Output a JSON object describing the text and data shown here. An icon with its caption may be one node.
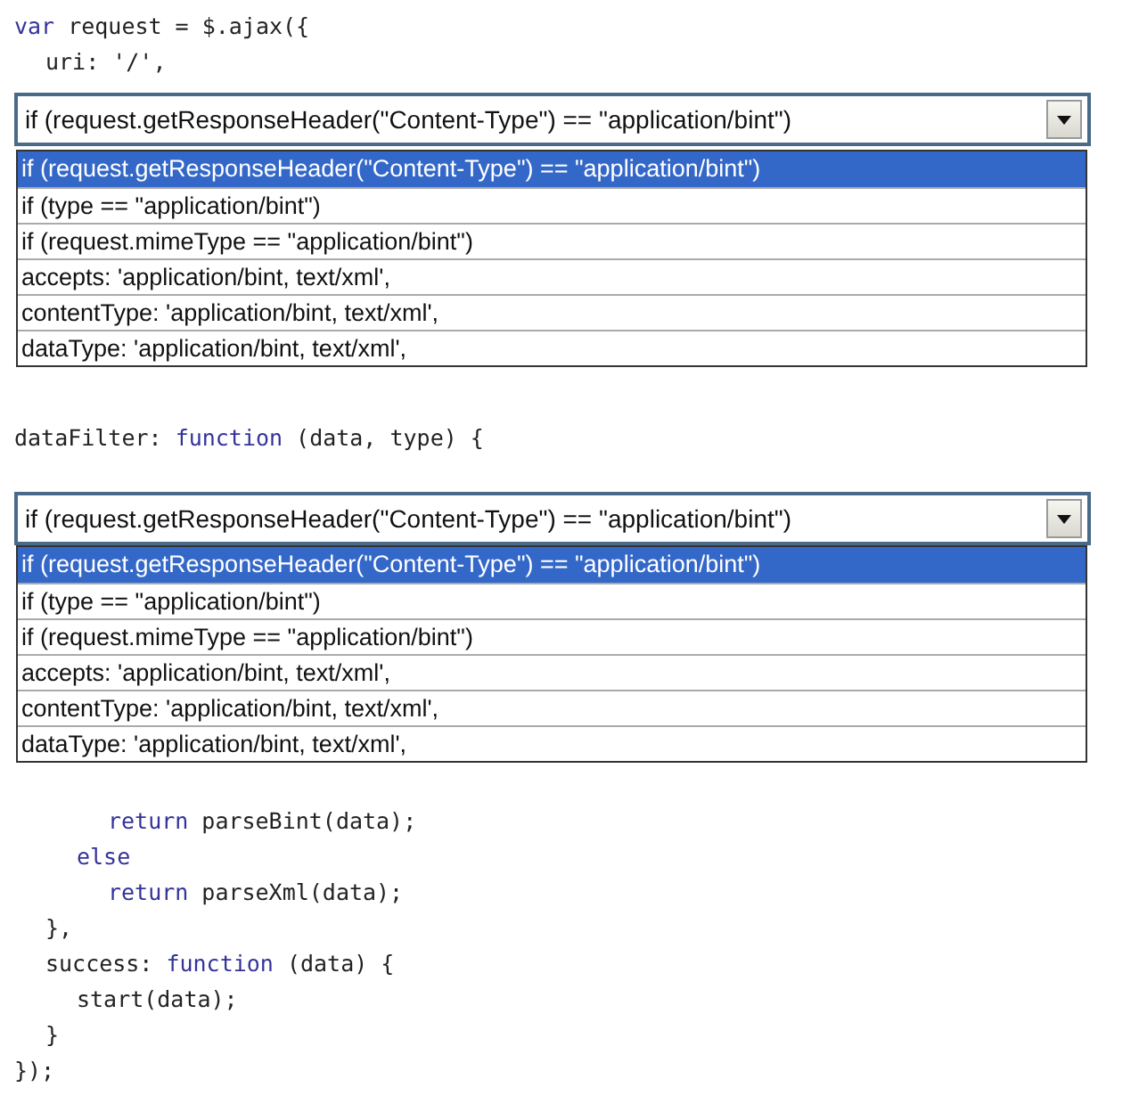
{
  "diagram": {
    "nodes": [
      {
        "text": [
          "if (request.getResponseHeader(\"Content-Type\") == \"application/bint\")"
        ]
      },
      {
        "text": [
          "if (request.getResponseHeader(\"Content-Type\") == \"application/bint\")",
          "if (type == \"application/bint\")",
          "if (request.mimeType == \"application/bint\")",
          "accepts: 'application/bint, text/xml',",
          "contentType: 'application/bint, text/xml',",
          "dataType: 'application/bint, text/xml',"
        ]
      },
      {
        "text": [
          "if (request.getResponseHeader(\"Content-Type\") == \"application/bint\")"
        ]
      },
      {
        "text": [
          "if (request.getResponseHeader(\"Content-Type\") == \"application/bint\")",
          "if (type == \"application/bint\")",
          "if (request.mimeType == \"application/bint\")",
          "accepts: 'application/bint, text/xml',",
          "contentType: 'application/bint, text/xml',",
          "dataType: 'application/bint, text/xml',"
        ]
      }
    ],
    "labels": [
      "var request = $.ajax({",
      "uri: '/',",
      "dataFilter: function (data, type) {",
      "return parseBint(data);",
      "else",
      "return parseXml(data);",
      "},",
      "success: function (data) {",
      "start(data);",
      "}",
      "});"
    ]
  }
}
